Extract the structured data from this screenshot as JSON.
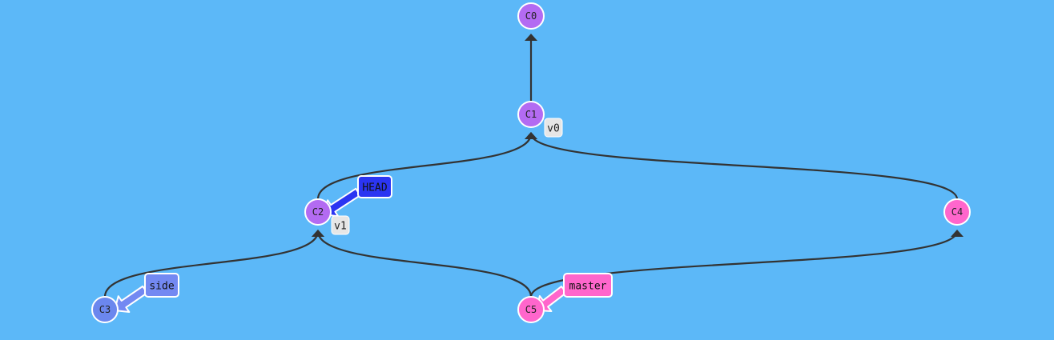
{
  "colors": {
    "background": "#5cb8f8",
    "edge": "#333333",
    "commit_purple": "#b36bf2",
    "commit_pink": "#ff66cc",
    "commit_blue": "#6b87ee",
    "commit_stroke": "#ffffff",
    "branch_head": "#2b35f2",
    "branch_side": "#7389f2",
    "branch_master": "#ff66cc",
    "tag_fill": "#e6e6e6"
  },
  "commits": [
    {
      "id": "C0",
      "label": "C0",
      "color": "commit_purple"
    },
    {
      "id": "C1",
      "label": "C1",
      "color": "commit_purple"
    },
    {
      "id": "C2",
      "label": "C2",
      "color": "commit_purple"
    },
    {
      "id": "C3",
      "label": "C3",
      "color": "commit_blue"
    },
    {
      "id": "C4",
      "label": "C4",
      "color": "commit_pink"
    },
    {
      "id": "C5",
      "label": "C5",
      "color": "commit_pink"
    }
  ],
  "edges": [
    {
      "from": "C1",
      "to": "C0"
    },
    {
      "from": "C2",
      "to": "C1"
    },
    {
      "from": "C4",
      "to": "C1"
    },
    {
      "from": "C3",
      "to": "C2"
    },
    {
      "from": "C5",
      "to": "C2"
    },
    {
      "from": "C5",
      "to": "C4"
    }
  ],
  "branches": [
    {
      "name": "HEAD",
      "target": "C2",
      "color": "branch_head"
    },
    {
      "name": "side",
      "target": "C3",
      "color": "branch_side"
    },
    {
      "name": "master",
      "target": "C5",
      "color": "branch_master"
    }
  ],
  "tags": [
    {
      "name": "v0",
      "target": "C1"
    },
    {
      "name": "v1",
      "target": "C2"
    }
  ]
}
